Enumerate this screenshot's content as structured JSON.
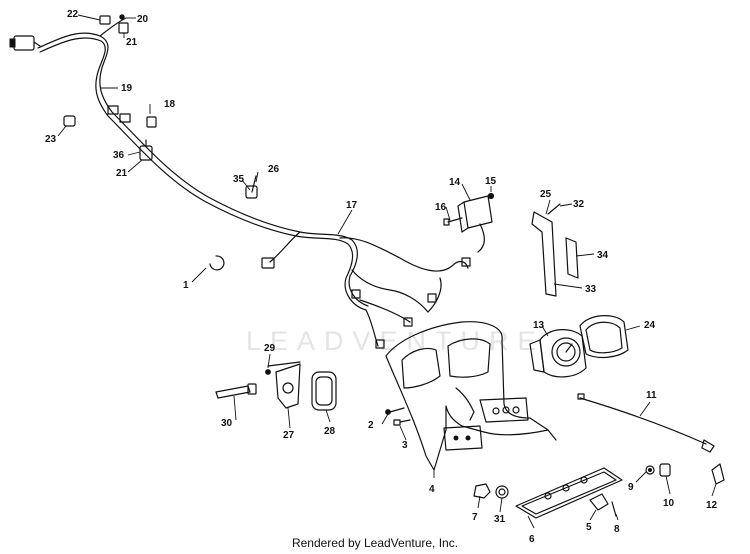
{
  "watermark": {
    "text": "LEADVENTURE"
  },
  "footer": {
    "text": "Rendered by LeadVenture, Inc."
  },
  "callouts": [
    {
      "n": "1"
    },
    {
      "n": "2"
    },
    {
      "n": "3"
    },
    {
      "n": "4"
    },
    {
      "n": "5"
    },
    {
      "n": "6"
    },
    {
      "n": "7"
    },
    {
      "n": "8"
    },
    {
      "n": "9"
    },
    {
      "n": "10"
    },
    {
      "n": "11"
    },
    {
      "n": "12"
    },
    {
      "n": "13"
    },
    {
      "n": "14"
    },
    {
      "n": "15"
    },
    {
      "n": "16"
    },
    {
      "n": "17"
    },
    {
      "n": "18"
    },
    {
      "n": "19"
    },
    {
      "n": "20"
    },
    {
      "n": "21"
    },
    {
      "n": "21"
    },
    {
      "n": "22"
    },
    {
      "n": "23"
    },
    {
      "n": "24"
    },
    {
      "n": "25"
    },
    {
      "n": "26"
    },
    {
      "n": "27"
    },
    {
      "n": "28"
    },
    {
      "n": "29"
    },
    {
      "n": "30"
    },
    {
      "n": "31"
    },
    {
      "n": "32"
    },
    {
      "n": "33"
    },
    {
      "n": "34"
    },
    {
      "n": "35"
    },
    {
      "n": "36"
    }
  ]
}
